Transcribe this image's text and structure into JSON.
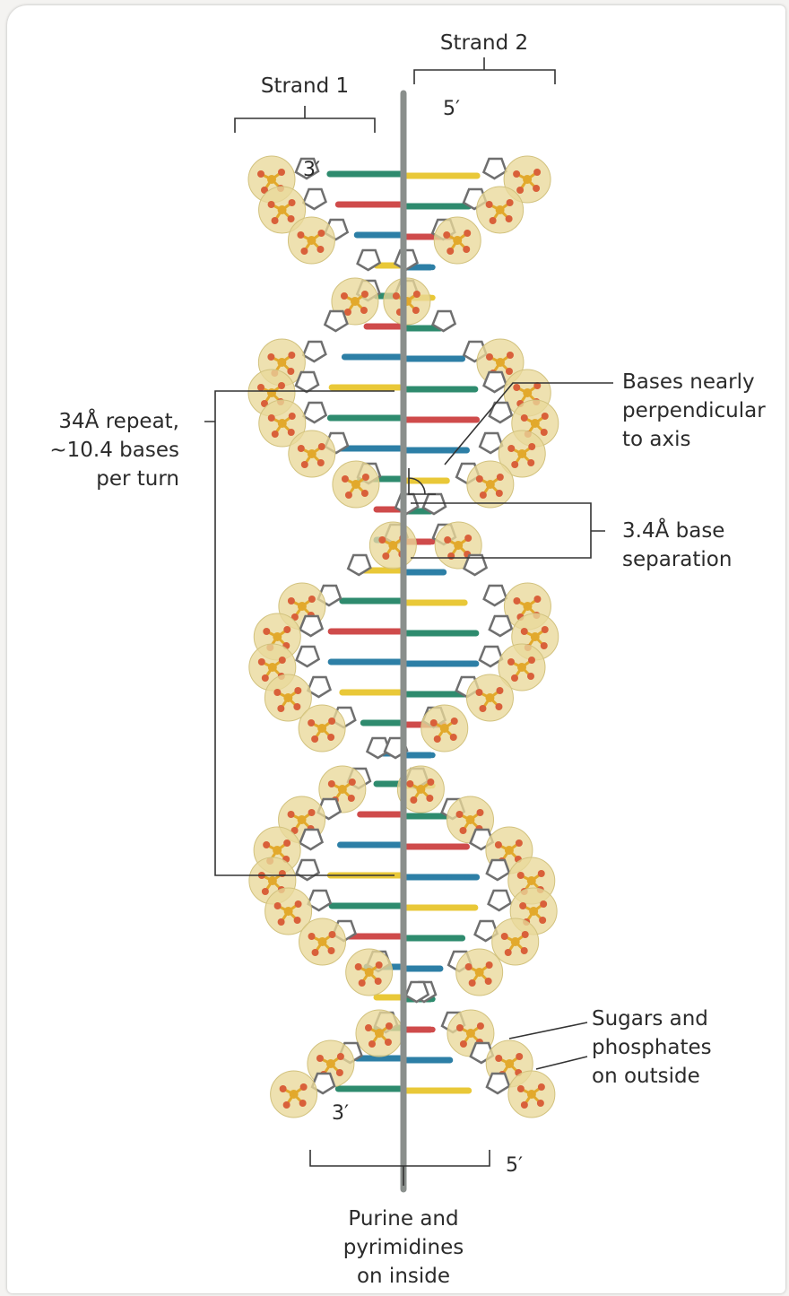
{
  "labels": {
    "strand1": "Strand 1",
    "strand2": "Strand 2",
    "top_left_end": "3′",
    "top_right_end": "5′",
    "bottom_left_end": "3′",
    "bottom_right_end": "5′",
    "repeat": "34Å repeat,\n~10.4 bases\nper turn",
    "perpendicular": "Bases nearly\nperpendicular\nto axis",
    "separation": "3.4Å base\nseparation",
    "outside": "Sugars and\nphosphates\non outside",
    "inside": "Purine and\npyrimidines\non inside"
  },
  "colors": {
    "axis": "#8a8f8c",
    "bracket": "#333333",
    "phosphate_sphere": "#e9d89a",
    "phosphorus": "#e2a92c",
    "oxygen": "#d9603a",
    "sugar": "#ffffff",
    "sugar_outline": "#6f6f6f",
    "base_green": "#2e8b6e",
    "base_blue": "#2d7fa6",
    "base_red": "#cf4b4b",
    "base_yellow": "#e9c838"
  }
}
